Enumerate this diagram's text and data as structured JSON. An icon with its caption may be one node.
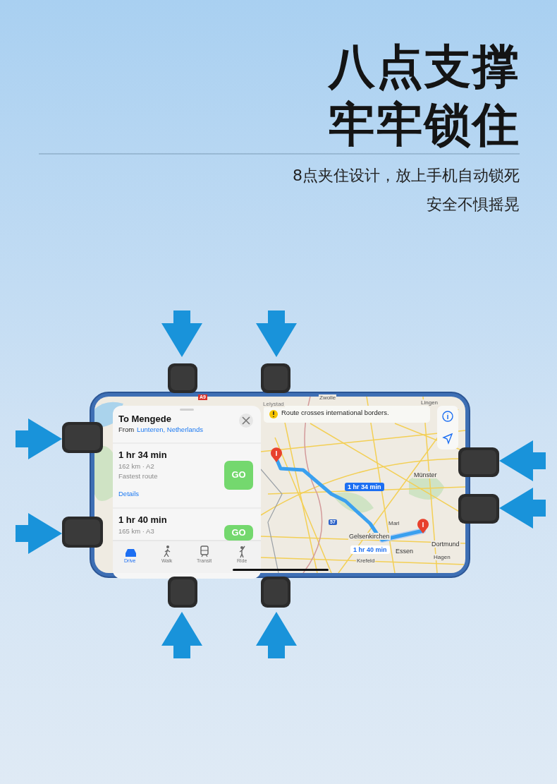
{
  "diagram": {
    "title": "八点支撑牢牢锁住",
    "labels": [
      "8点夹住设计，放上手机自动锁死",
      "安全不惧摇晃",
      "A9",
      "Lelystad",
      "To Mengede",
      "From",
      "Lunteren, Netherlands",
      "1 hr 34 min",
      "162 km · A2",
      "Fastest route",
      "Details",
      "GO",
      "1 hr 40 min",
      "165 km · A3",
      "GO",
      "Drive",
      "Walk",
      "Transit",
      "Ride",
      "Zwolle",
      "Lingen",
      "Route crosses international borders.",
      "Münster",
      "1 hr 34 min",
      "57",
      "Marl",
      "Gelsenkirchen",
      "1 hr 40 min",
      "Essen",
      "Dortmund",
      "Hagen",
      "Krefeld"
    ]
  }
}
